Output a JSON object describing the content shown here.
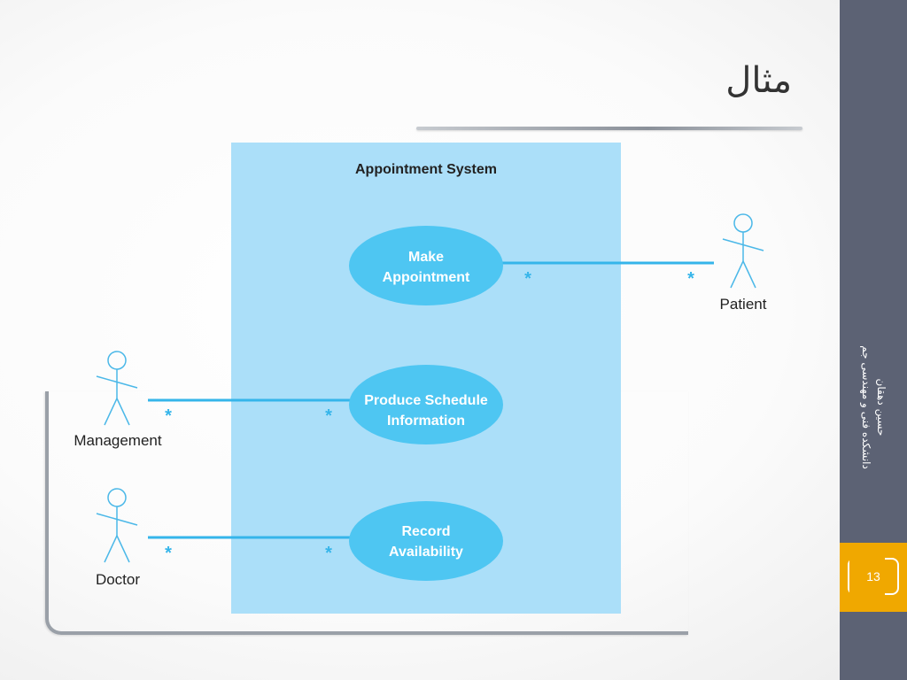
{
  "slide": {
    "title": "مثال",
    "author_name": "حسین دهقان",
    "faculty": "دانشکده فنی و مهندسی جم",
    "page_number": "13"
  },
  "diagram": {
    "system_title": "Appointment System",
    "use_cases": {
      "make_appointment": [
        "Make",
        "Appointment"
      ],
      "produce_schedule": [
        "Produce Schedule",
        "Information"
      ],
      "record_availability": [
        "Record",
        "Availability"
      ]
    },
    "actors": {
      "patient": "Patient",
      "management": "Management",
      "doctor": "Doctor"
    },
    "multiplicity": "*"
  },
  "colors": {
    "system_box": "#abdff9",
    "use_case": "#4ec6f2",
    "line": "#35b5ea",
    "actor_stroke": "#4bb8e8",
    "side_panel": "#5c6274",
    "page_box": "#f0a800"
  }
}
